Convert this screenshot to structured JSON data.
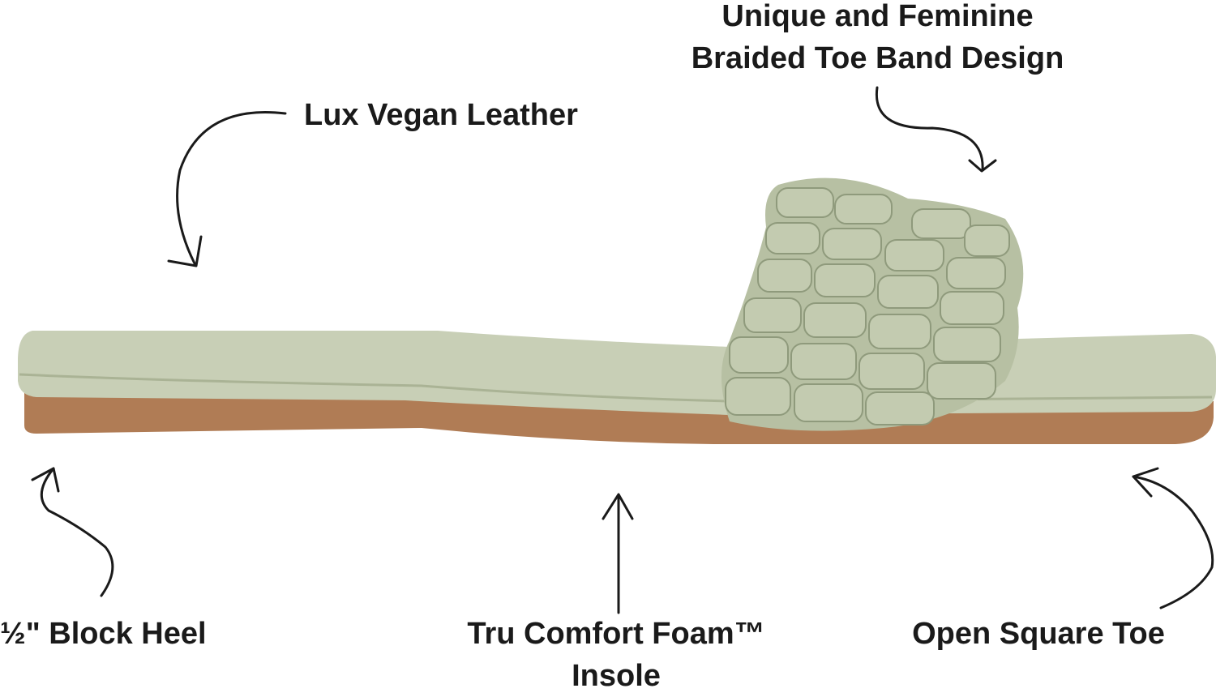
{
  "colors": {
    "upper": "#b7c0a3",
    "upper_shadow": "#8f9a7c",
    "sole": "#c8cfb6",
    "outsole": "#b07c55",
    "arrow": "#1a1a1a"
  },
  "callouts": {
    "toe_band": {
      "line1": "Unique and Feminine",
      "line2": "Braided Toe Band Design"
    },
    "leather": {
      "text": "Lux Vegan Leather"
    },
    "heel": {
      "text": "½\" Block Heel"
    },
    "insole": {
      "line1": "Tru Comfort Foam™",
      "line2": "Insole"
    },
    "toe": {
      "text": "Open Square Toe"
    }
  },
  "product": {
    "name": "braided-slide-sandal"
  }
}
